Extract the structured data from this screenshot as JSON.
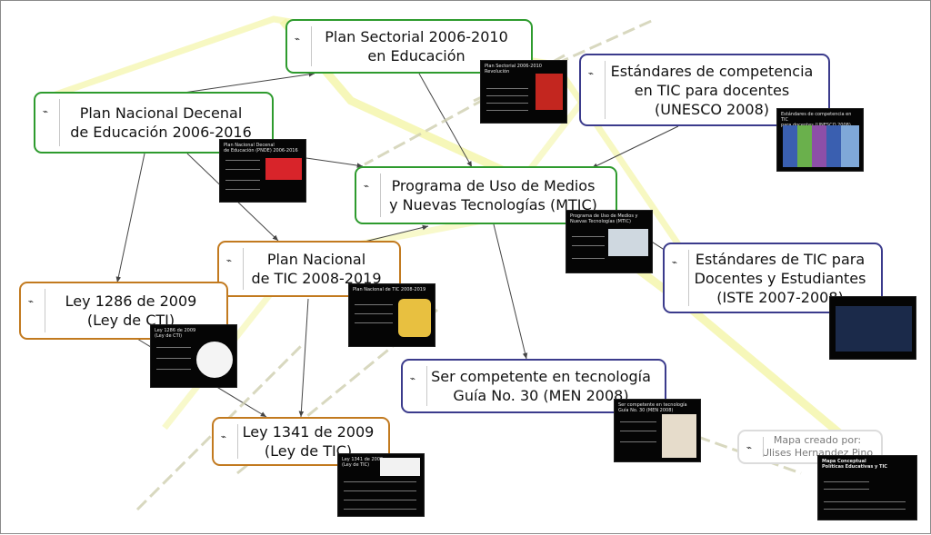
{
  "nodes": {
    "plan_sectorial": {
      "label": "Plan Sectorial 2006-2010\nen Educación",
      "thumb_title": "Plan Sectorial 2006-2010\nRevolución"
    },
    "plan_decenal": {
      "label": "Plan Nacional Decenal\nde Educación 2006-2016",
      "thumb_title": "Plan Nacional Decenal\nde Educación (PNDE) 2006-2016"
    },
    "estandares_unesco": {
      "label": "Estándares de competencia\nen TIC para docentes\n(UNESCO 2008)",
      "thumb_title": "Estándares de competencia en TIC\npara docentes (UNESCO 2008)"
    },
    "mtic": {
      "label": "Programa de Uso de Medios\ny Nuevas Tecnologías (MTIC)",
      "thumb_title": "Programa de Uso de Medios y\nNuevas Tecnologías (MTIC)"
    },
    "plan_tic": {
      "label": "Plan Nacional\nde TIC 2008-2019",
      "thumb_title": "Plan Nacional de TIC 2008-2019"
    },
    "estandares_iste": {
      "label": "Estándares de TIC para\nDocentes y Estudiantes\n(ISTE 2007-2008)",
      "thumb_title": ""
    },
    "ley_1286": {
      "label": "Ley 1286 de 2009\n(Ley de CTI)",
      "thumb_title": "Ley 1286 de 2009\n(Ley de CTI)"
    },
    "guia_30": {
      "label": "Ser competente en tecnología\nGuía No. 30 (MEN 2008)",
      "thumb_title": "Ser competente en tecnología\nGuía No. 30 (MEN 2008)"
    },
    "ley_1341": {
      "label": "Ley 1341 de 2009\n(Ley de TIC)",
      "thumb_title": "Ley 1341 de 2009\n(Ley de TIC)"
    },
    "credits": {
      "label": "Mapa creado por:\nUlises Hernandez Pino",
      "thumb_title": "Mapa Conceptual\nPolíticas Educativas y TIC"
    }
  },
  "icon": "concept-map-node-icon",
  "colors": {
    "green": "#2e9b2e",
    "blue": "#3b3b8c",
    "orange": "#c27a1f",
    "arrow": "#444444",
    "highlight": "#f4f5a8"
  }
}
